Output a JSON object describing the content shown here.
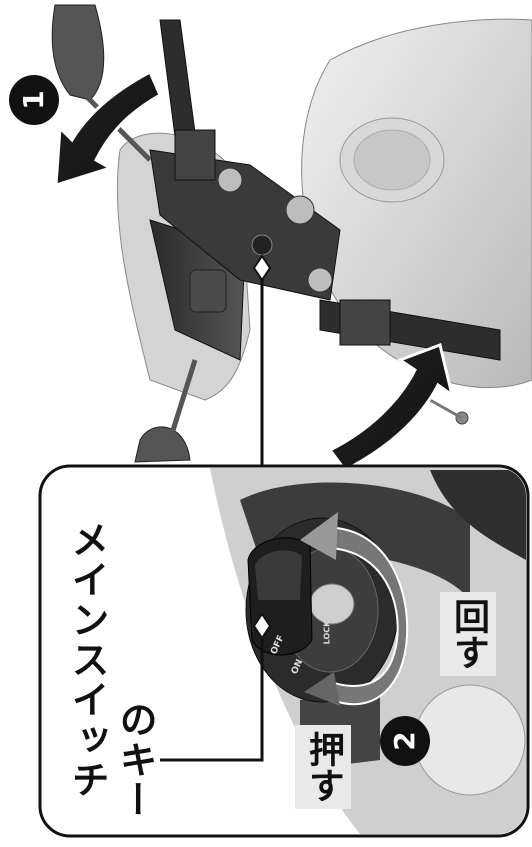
{
  "callouts": {
    "step1_number": "1",
    "step2_number": "2"
  },
  "labels": {
    "key_line1": "メインスイッチ",
    "key_line2": "のキー",
    "push": "押す",
    "turn": "回す"
  },
  "switch_positions": {
    "off": "OFF",
    "on": "ON",
    "lock": "LOCK"
  }
}
